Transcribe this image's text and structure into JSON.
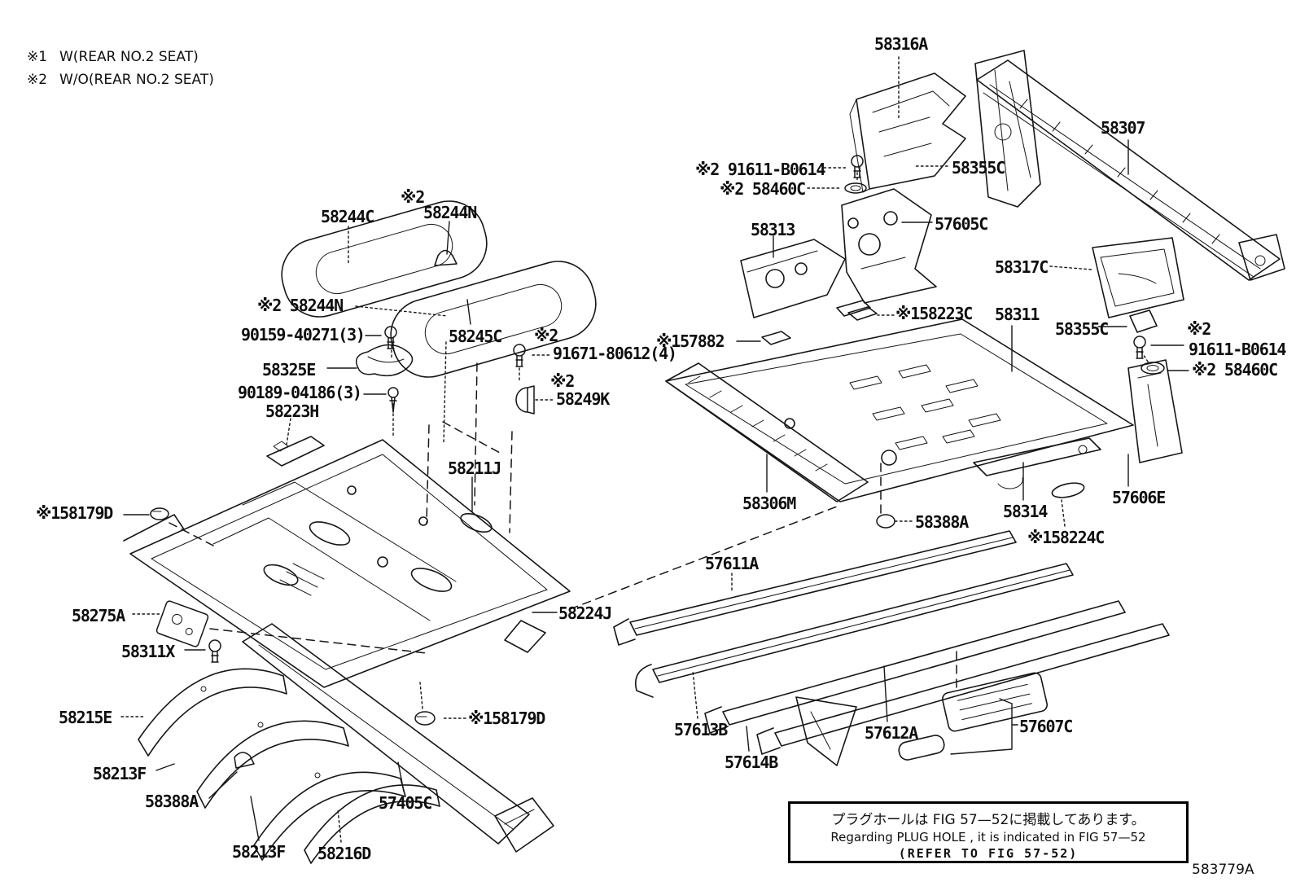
{
  "colors": {
    "ink": "#161616",
    "background": "#ffffff"
  },
  "legend": {
    "rows": [
      {
        "symbol": "※1",
        "text": "W(REAR NO.2 SEAT)"
      },
      {
        "symbol": "※2",
        "text": "W/O(REAR NO.2 SEAT)"
      }
    ]
  },
  "labels": {
    "l58316A": "58316A",
    "l58307": "58307",
    "l91611_top": "※2 91611-B0614",
    "l58460C_top": "※2 58460C",
    "l58355C_top": "58355C",
    "l58313": "58313",
    "l57605C": "57605C",
    "l58317C": "58317C",
    "l58223C": "※158223C",
    "l58311": "58311",
    "l58355C_mid": "58355C",
    "lx2_right": "※2",
    "l91611_right": "91611-B0614",
    "l58460C_right": "※2 58460C",
    "l57882": "※157882",
    "l58244C": "58244C",
    "lx2_244n": "※2",
    "l58244N_top": "58244N",
    "l58244N_left": "※2 58244N",
    "l90159": "90159-40271(3)",
    "l58245C": "58245C",
    "lx2_91671": "※2",
    "l91671": "91671-80612(4)",
    "l58325E": "58325E",
    "l90189": "90189-04186(3)",
    "l58223H": "58223H",
    "lx2_249k": "※2",
    "l58249K": "58249K",
    "l58211J": "58211J",
    "l58179D_left": "※158179D",
    "l58275A": "58275A",
    "l58311X": "58311X",
    "l58215E": "58215E",
    "l58213F_a": "58213F",
    "l58388A_left": "58388A",
    "l58213F_b": "58213F",
    "l58216D": "58216D",
    "l57405C": "57405C",
    "l58179D_mid": "※158179D",
    "l58224J": "58224J",
    "l58306M": "58306M",
    "l58388A_right": "58388A",
    "l58314": "58314",
    "l58224C": "※158224C",
    "l57606E": "57606E",
    "l57611A": "57611A",
    "l57613B": "57613B",
    "l57614B": "57614B",
    "l57612A": "57612A",
    "l57607C": "57607C"
  },
  "note_box": {
    "line_ja": "プラグホールは FIG 57—52に掲載してあります。",
    "line_en": "Regarding  PLUG  HOLE , it is indicated in  FIG  57—52",
    "line_ref": "(REFER TO FIG 57-52)"
  },
  "figure_code": "583779A"
}
